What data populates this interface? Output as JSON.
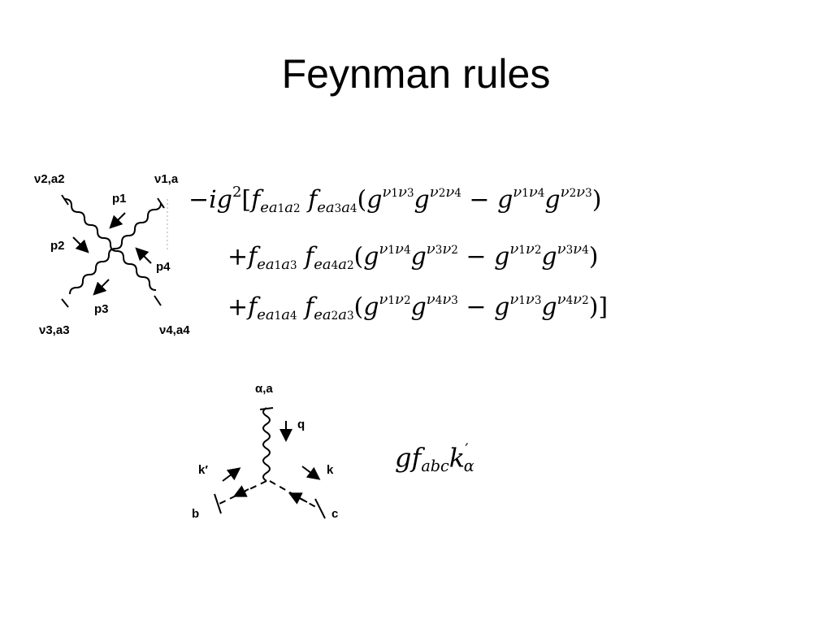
{
  "slide": {
    "title": "Feynman rules"
  },
  "four_gluon": {
    "labels": {
      "top_left": "ν2,a2",
      "top_right": "ν1,a",
      "bottom_left": "ν3,a3",
      "bottom_right": "ν4,a4",
      "p1": "p1",
      "p2": "p2",
      "p3": "p3",
      "p4": "p4"
    },
    "equation_lines": [
      "−ig²[f_{ea1a2} f_{ea3a4}(g^{ν1ν3} g^{ν2ν4} − g^{ν1ν4} g^{ν2ν3})",
      "+f_{ea1a3} f_{ea4a2}(g^{ν1ν4} g^{ν3ν2} − g^{ν1ν2} g^{ν3ν4})",
      "+f_{ea1a4} f_{ea2a3}(g^{ν1ν2} g^{ν4ν3} − g^{ν1ν3} g^{ν4ν2})]"
    ]
  },
  "ghost_vertex": {
    "labels": {
      "top": "α,a",
      "q": "q",
      "k_prime": "k′",
      "k": "k",
      "b": "b",
      "c": "c"
    },
    "equation": "g f_{abc} k′_α"
  }
}
